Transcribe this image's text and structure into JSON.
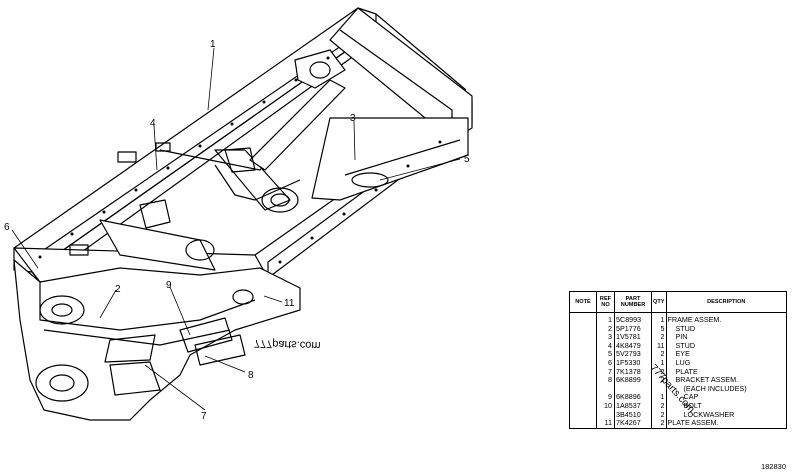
{
  "callouts": {
    "c1": "1",
    "c2": "2",
    "c3": "3",
    "c4": "4",
    "c5": "5",
    "c6": "6",
    "c7": "7",
    "c8": "8",
    "c9": "9",
    "c11": "11"
  },
  "watermark": {
    "mirrored": "777parts.com",
    "diagonal": "777parts.com"
  },
  "parts_table": {
    "headers": {
      "note": "NOTE",
      "ref": "REF NO",
      "part": "PART NUMBER",
      "qty": "QTY",
      "desc": "DESCRIPTION"
    },
    "rows": [
      {
        "ref": "1",
        "part": "5C8993",
        "qty": "1",
        "desc": "FRAME ASSEM."
      },
      {
        "ref": "2",
        "part": "5P1776",
        "qty": "5",
        "desc": "STUD"
      },
      {
        "ref": "3",
        "part": "1V5781",
        "qty": "2",
        "desc": "PIN"
      },
      {
        "ref": "4",
        "part": "4K8479",
        "qty": "11",
        "desc": "STUD"
      },
      {
        "ref": "5",
        "part": "5V2793",
        "qty": "2",
        "desc": "EYE"
      },
      {
        "ref": "6",
        "part": "1F5330",
        "qty": "1",
        "desc": "LUG"
      },
      {
        "ref": "7",
        "part": "7K1378",
        "qty": "2",
        "desc": "PLATE"
      },
      {
        "ref": "8",
        "part": "6K8899",
        "qty": "2",
        "desc": "BRACKET ASSEM."
      },
      {
        "ref": "",
        "part": "",
        "qty": "",
        "desc": "(EACH INCLUDES)"
      },
      {
        "ref": "9",
        "part": "6K8896",
        "qty": "1",
        "desc": "CAP"
      },
      {
        "ref": "10",
        "part": "1A8537",
        "qty": "2",
        "desc": "BOLT"
      },
      {
        "ref": "",
        "part": "3B4510",
        "qty": "2",
        "desc": "LOCKWASHER"
      },
      {
        "ref": "11",
        "part": "7K4267",
        "qty": "2",
        "desc": "PLATE ASSEM."
      }
    ]
  },
  "drawing_number": "182830"
}
